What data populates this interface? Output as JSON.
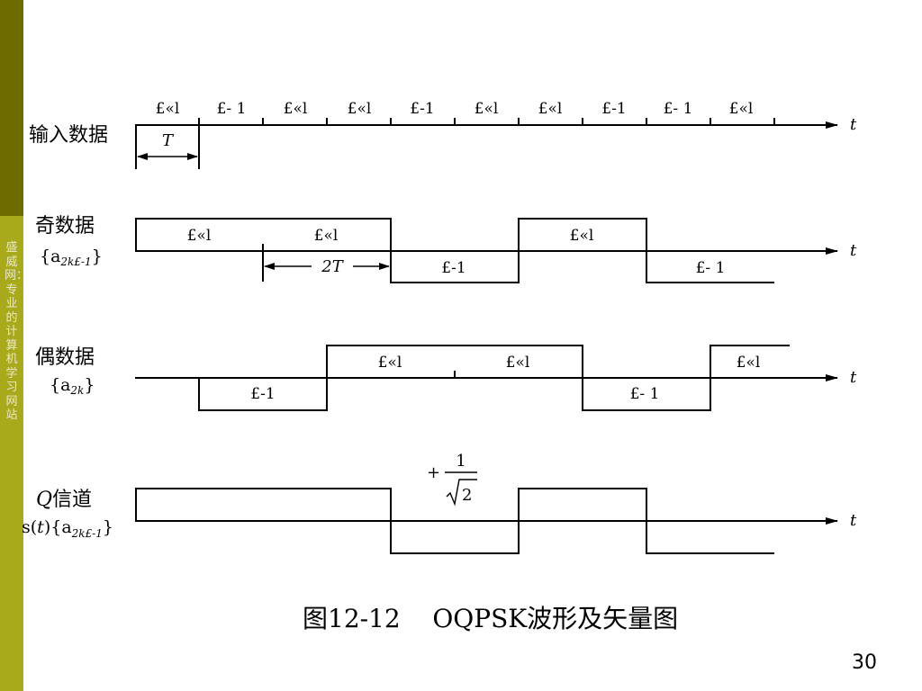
{
  "sidebar": {
    "text": "盛威网：专业的计算机学习网站"
  },
  "axis_label": "t",
  "rows": {
    "input": {
      "label": "输入数据",
      "period_label": "T",
      "bits": [
        "£«l",
        "£- 1",
        "£«l",
        "£«l",
        "£-1",
        "£«l",
        "£«l",
        "£-1",
        "£- 1",
        "£«l"
      ]
    },
    "odd": {
      "label": "奇数据",
      "sub_open": "{a",
      "sub_index": "2k£-1",
      "sub_close": "}",
      "span_label": "2T",
      "values": [
        "£«l",
        "£«l",
        "£-1",
        "£«l",
        "£- 1"
      ]
    },
    "even": {
      "label": "偶数据",
      "sub_open": "{a",
      "sub_index": "2k",
      "sub_close": "}",
      "values": [
        "£-1",
        "£«l",
        "£«l",
        "£- 1",
        "£«l"
      ]
    },
    "q": {
      "label": "信道",
      "label_italic": "Q",
      "expr_a": "s(",
      "expr_t": "t",
      "expr_b": "){a",
      "expr_index": "2k£-1",
      "expr_close": "}",
      "amp_sign": "+",
      "amp_num": "1",
      "amp_den": "2"
    }
  },
  "caption": "图12-12    OQPSK波形及矢量图",
  "page_number": "30"
}
